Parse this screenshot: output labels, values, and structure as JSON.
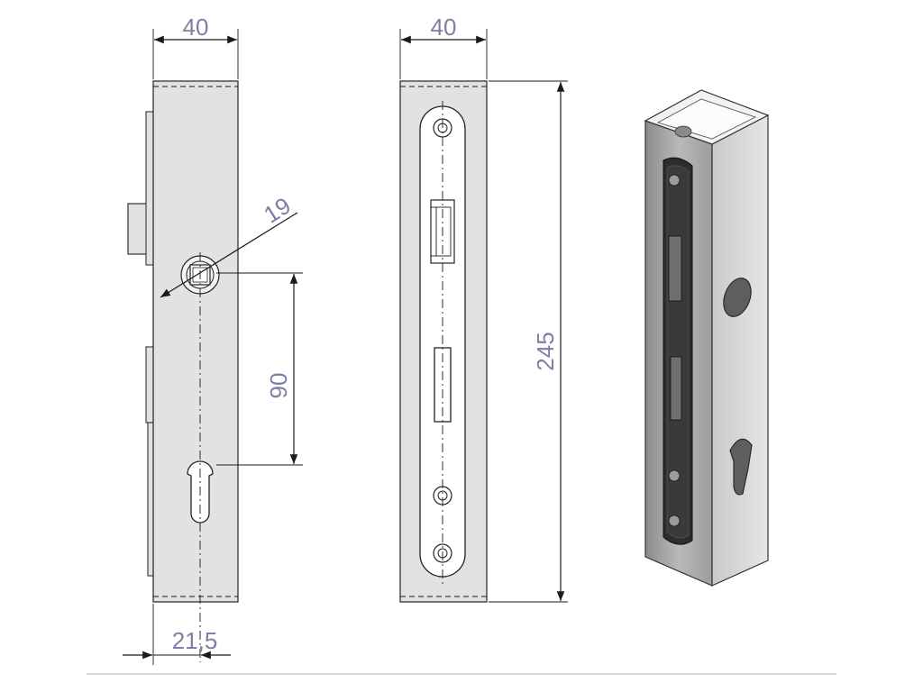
{
  "dimensions": {
    "side_width": "40",
    "front_width": "40",
    "angle_diameter": "19",
    "backset_distance": "90",
    "height": "245",
    "offset": "21,5"
  },
  "colors": {
    "dimension_text": "#7d7fa6",
    "body": "#e2e2e3",
    "outline": "#1a1a1a"
  }
}
